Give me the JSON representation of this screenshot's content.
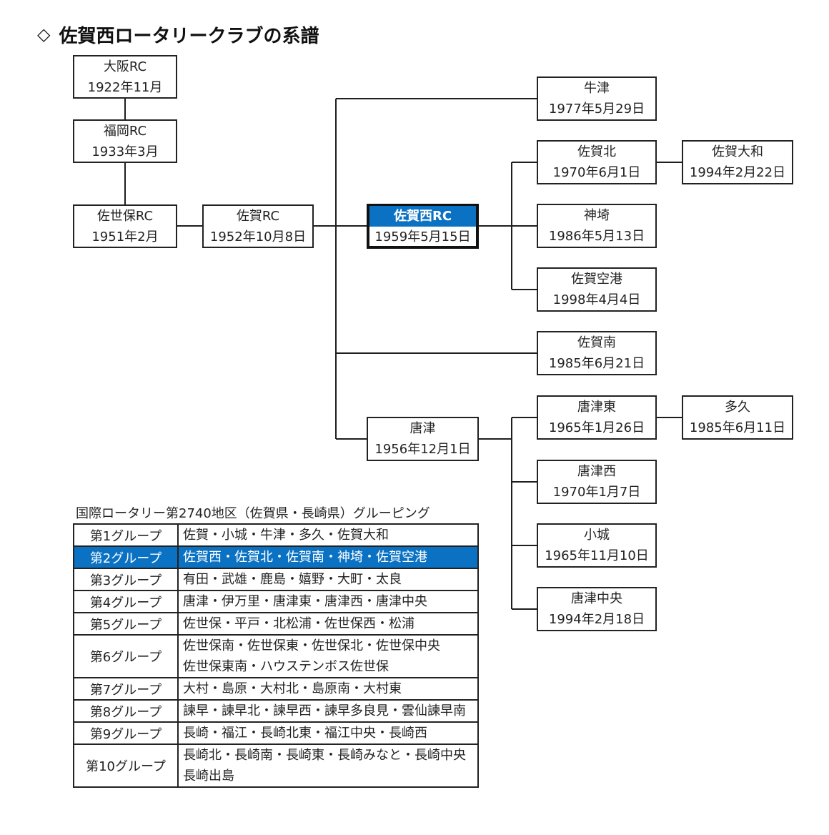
{
  "header": {
    "mark": "◇",
    "title": "佐賀西ロータリークラブの系譜"
  },
  "clubs": {
    "osaka": {
      "name": "大阪RC",
      "date": "1922年11月"
    },
    "fukuoka": {
      "name": "福岡RC",
      "date": "1933年3月"
    },
    "sasebo": {
      "name": "佐世保RC",
      "date": "1951年2月"
    },
    "saga": {
      "name": "佐賀RC",
      "date": "1952年10月8日"
    },
    "saga_nishi": {
      "name": "佐賀西RC",
      "date": "1959年5月15日"
    },
    "ushizu": {
      "name": "牛津",
      "date": "1977年5月29日"
    },
    "saga_kita": {
      "name": "佐賀北",
      "date": "1970年6月1日"
    },
    "saga_yamato": {
      "name": "佐賀大和",
      "date": "1994年2月22日"
    },
    "kanzaki": {
      "name": "神埼",
      "date": "1986年5月13日"
    },
    "saga_airport": {
      "name": "佐賀空港",
      "date": "1998年4月4日"
    },
    "saga_minami": {
      "name": "佐賀南",
      "date": "1985年6月21日"
    },
    "karatsu": {
      "name": "唐津",
      "date": "1956年12月1日"
    },
    "karatsu_higashi": {
      "name": "唐津東",
      "date": "1965年1月26日"
    },
    "taku": {
      "name": "多久",
      "date": "1985年6月11日"
    },
    "karatsu_nishi": {
      "name": "唐津西",
      "date": "1970年1月7日"
    },
    "ogi": {
      "name": "小城",
      "date": "1965年11月10日"
    },
    "karatsu_chuo": {
      "name": "唐津中央",
      "date": "1994年2月18日"
    }
  },
  "highlight_color": "#0b72c3",
  "groups": {
    "caption": "国際ロータリー第2740地区（佐賀県・長崎県）グルーピング",
    "rows": [
      {
        "name": "第1グループ",
        "clubs": [
          "佐賀・小城・牛津・多久・佐賀大和"
        ]
      },
      {
        "name": "第2グループ",
        "clubs": [
          "佐賀西・佐賀北・佐賀南・神埼・佐賀空港"
        ]
      },
      {
        "name": "第3グループ",
        "clubs": [
          "有田・武雄・鹿島・嬉野・大町・太良"
        ]
      },
      {
        "name": "第4グループ",
        "clubs": [
          "唐津・伊万里・唐津東・唐津西・唐津中央"
        ]
      },
      {
        "name": "第5グループ",
        "clubs": [
          "佐世保・平戸・北松浦・佐世保西・松浦"
        ]
      },
      {
        "name": "第6グループ",
        "clubs": [
          "佐世保南・佐世保東・佐世保北・佐世保中央",
          "佐世保東南・ハウステンボス佐世保"
        ]
      },
      {
        "name": "第7グループ",
        "clubs": [
          "大村・島原・大村北・島原南・大村東"
        ]
      },
      {
        "name": "第8グループ",
        "clubs": [
          "諫早・諫早北・諫早西・諫早多良見・雲仙諫早南"
        ]
      },
      {
        "name": "第9グループ",
        "clubs": [
          "長崎・福江・長崎北東・福江中央・長崎西"
        ]
      },
      {
        "name": "第10グループ",
        "clubs": [
          "長崎北・長崎南・長崎東・長崎みなと・長崎中央",
          "長崎出島"
        ]
      }
    ]
  }
}
